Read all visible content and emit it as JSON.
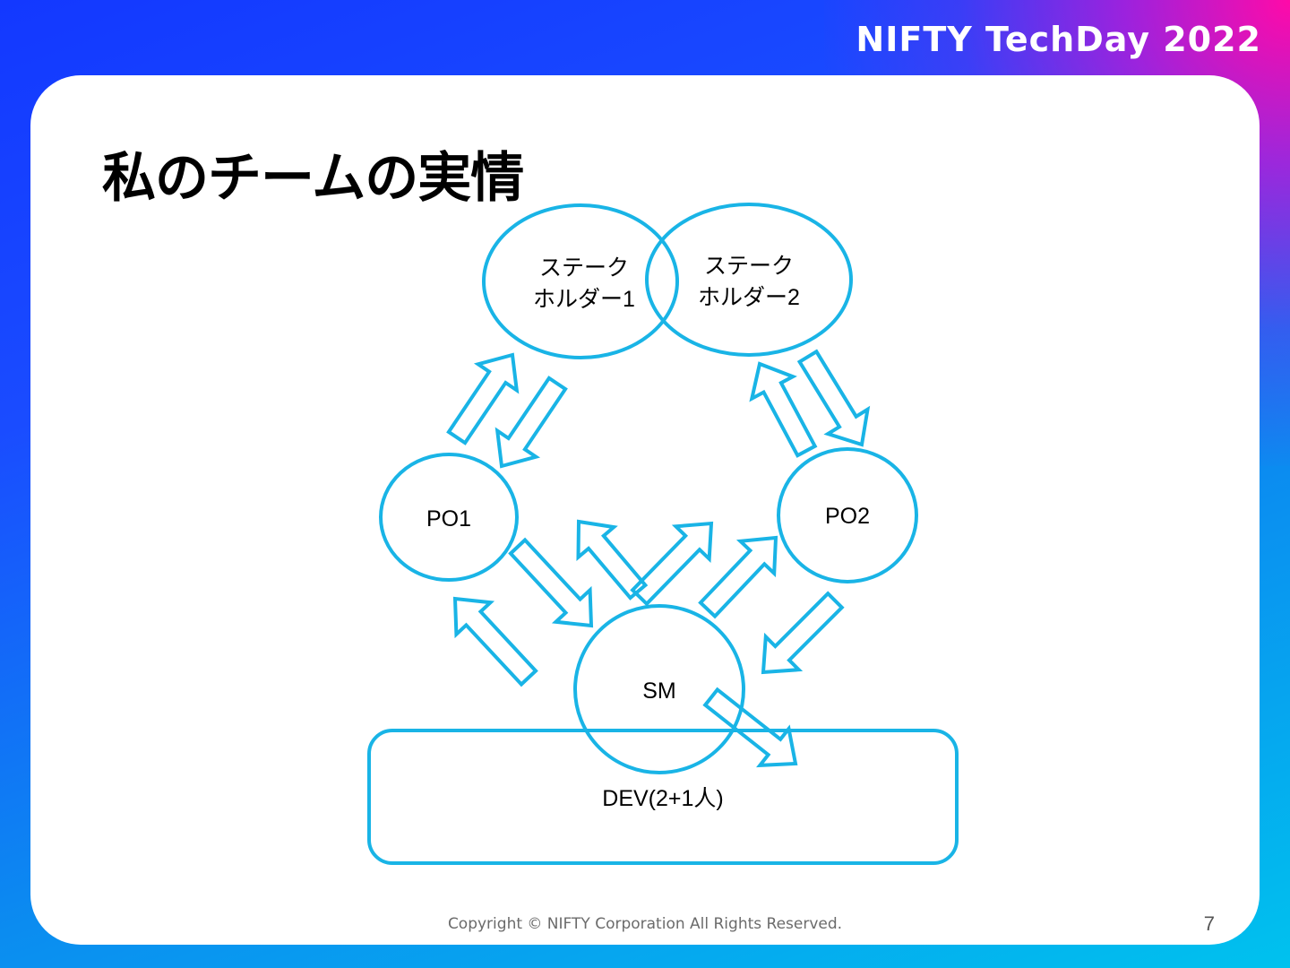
{
  "brand": "NIFTY TechDay 2022",
  "slide": {
    "title": "私のチームの実情",
    "page_number": "7",
    "footer": "Copyright © NIFTY Corporation All Rights Reserved."
  },
  "diagram": {
    "nodes": {
      "stakeholder1": [
        "ステーク",
        "ホルダー1"
      ],
      "stakeholder2": [
        "ステーク",
        "ホルダー2"
      ],
      "po1": "PO1",
      "po2": "PO2",
      "sm": "SM",
      "dev": "DEV(2+1人)"
    },
    "accent_color": "#19b4e6"
  }
}
